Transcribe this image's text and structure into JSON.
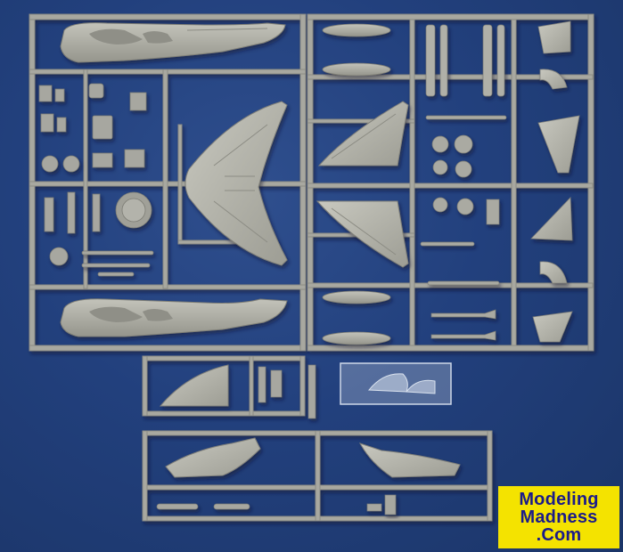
{
  "image": {
    "subject": "model kit sprue trees",
    "background_color": "#22407d",
    "plastic_color": "#a9a9a0",
    "clear_part_color": "#cfd9e6"
  },
  "watermark": {
    "line1": "Modeling",
    "line2": "Madness",
    "line3": ".Com",
    "background": "#f4e300",
    "text_color": "#1b1b8a"
  }
}
